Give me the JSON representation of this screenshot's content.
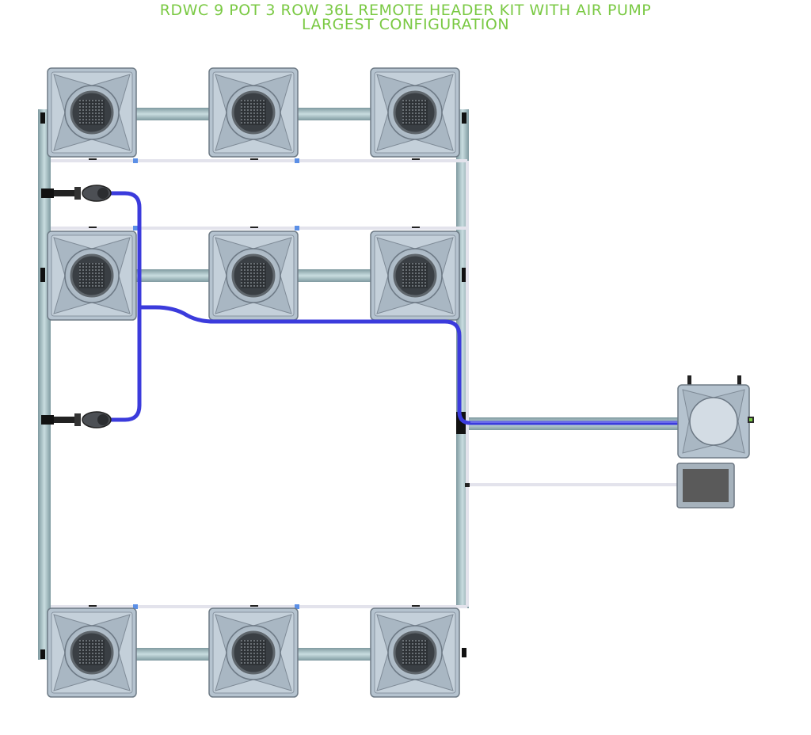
{
  "title": {
    "line1": "RDWC 9 POT 3 ROW 36L REMOTE HEADER KIT WITH AIR PUMP",
    "line2": "LARGEST CONFIGURATION"
  },
  "colors": {
    "title_green": "#7ac943",
    "pot_body": "#b9c6d1",
    "pipe": "#a9c2c6",
    "air_line": "#3b3bdc",
    "drain_line": "#e6e6ee",
    "fitting_blue": "#5b8fe6",
    "air_pump": "#5a5a5a"
  },
  "diagram": {
    "pot_rows": 3,
    "pots_per_row": 3,
    "components": [
      "grow-pot",
      "header-tank",
      "air-pump",
      "air-stone",
      "pipe-frame",
      "air-line",
      "drain-line"
    ]
  }
}
